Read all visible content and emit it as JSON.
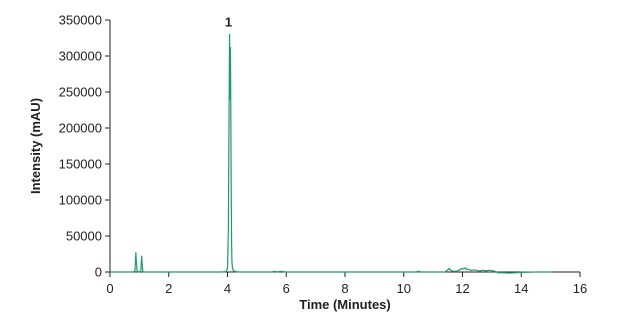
{
  "chart_data": {
    "type": "line",
    "title": "",
    "xlabel": "Time (Minutes)",
    "ylabel": "Intensity (mAU)",
    "xlim": [
      0,
      16
    ],
    "ylim": [
      0,
      350000
    ],
    "x_ticks": [
      0,
      2,
      4,
      6,
      8,
      10,
      12,
      14,
      16
    ],
    "y_ticks": [
      0,
      50000,
      100000,
      150000,
      200000,
      250000,
      300000,
      350000
    ],
    "x_tick_labels": [
      "0",
      "2",
      "4",
      "6",
      "8",
      "10",
      "12",
      "14",
      "16"
    ],
    "y_tick_labels": [
      "0",
      "50000",
      "100000",
      "150000",
      "200000",
      "250000",
      "300000",
      "350000"
    ],
    "grid": false,
    "line_color": "#1e9a6e",
    "annotations": [
      {
        "text": "1",
        "x": 4.1,
        "y": 330000
      }
    ],
    "series": [
      {
        "x": [
          0.0,
          0.5,
          0.8,
          0.85,
          0.88,
          0.9,
          0.92,
          0.95,
          1.0,
          1.05,
          1.08,
          1.1,
          1.12,
          1.15,
          1.2,
          1.5,
          2.0,
          3.0,
          3.8,
          3.95,
          4.0,
          4.03,
          4.05,
          4.07,
          4.09,
          4.1,
          4.11,
          4.12,
          4.13,
          4.14,
          4.15,
          4.17,
          4.2,
          4.25,
          4.3,
          4.4,
          5.0,
          5.5,
          5.6,
          5.7,
          5.8,
          5.9,
          6.0,
          7.0,
          8.0,
          9.0,
          10.0,
          10.4,
          10.5,
          10.6,
          11.0,
          11.4,
          11.5,
          11.55,
          11.6,
          11.7,
          11.8,
          11.9,
          12.0,
          12.05,
          12.1,
          12.15,
          12.2,
          12.3,
          12.4,
          12.5,
          12.6,
          12.7,
          12.8,
          12.9,
          13.0,
          13.1,
          13.2,
          13.4,
          13.6,
          13.8,
          14.0,
          14.5,
          15.0
        ],
        "y": [
          0,
          0,
          0,
          2000,
          27000,
          12000,
          2000,
          500,
          0,
          2000,
          22000,
          8000,
          1000,
          0,
          0,
          0,
          0,
          0,
          0,
          500,
          5000,
          60000,
          200000,
          330000,
          240000,
          312000,
          250000,
          160000,
          90000,
          40000,
          15000,
          5000,
          2000,
          1000,
          500,
          0,
          0,
          0,
          1000,
          0,
          1000,
          500,
          0,
          0,
          0,
          0,
          0,
          0,
          1000,
          0,
          0,
          0,
          3000,
          5000,
          2000,
          1000,
          1000,
          3000,
          5000,
          4000,
          6000,
          3000,
          4000,
          2000,
          3000,
          2000,
          1500,
          2500,
          1500,
          2500,
          2000,
          1000,
          -1000,
          -1000,
          -1500,
          -1000,
          -500,
          0,
          0
        ]
      }
    ]
  }
}
